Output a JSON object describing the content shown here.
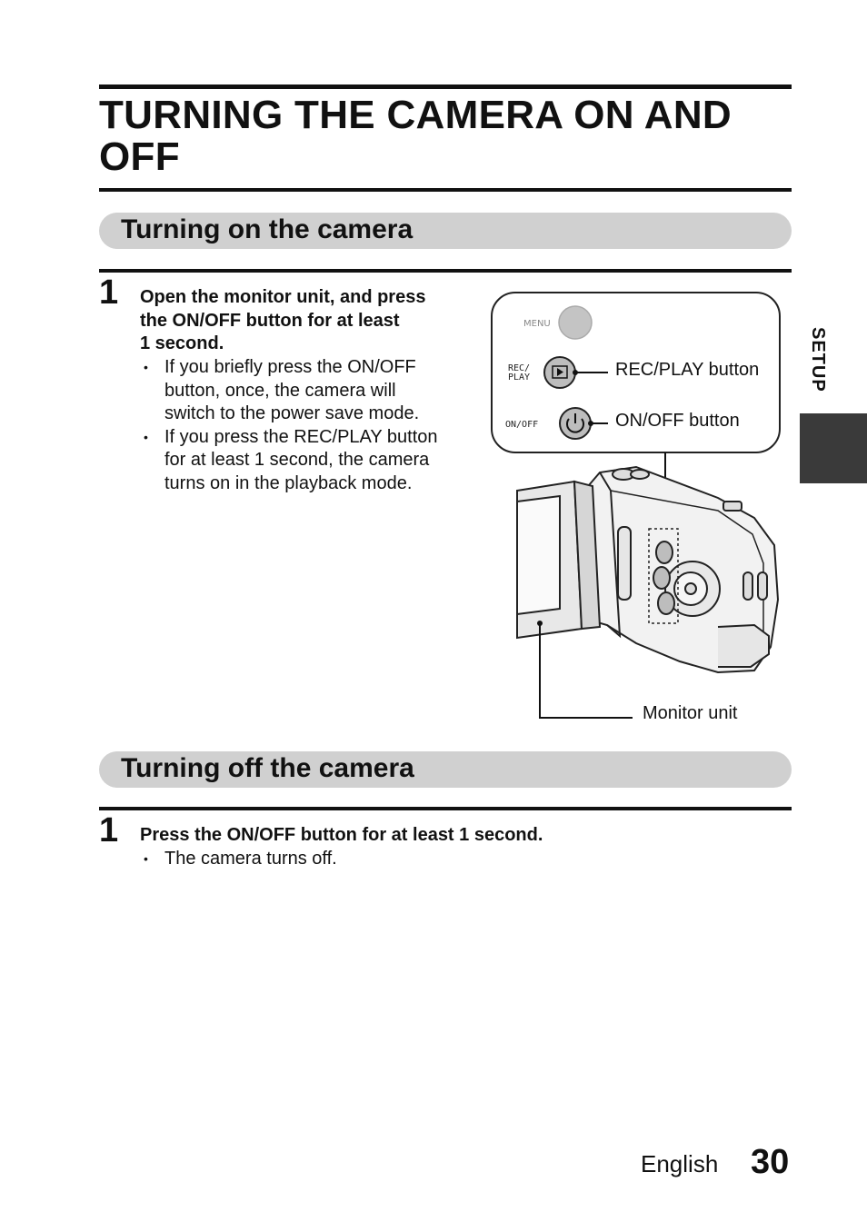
{
  "page": {
    "title": "TURNING THE CAMERA ON AND OFF",
    "side_tab_label": "SETUP",
    "footer": {
      "language": "English",
      "page_number": "30"
    }
  },
  "section_on": {
    "heading": "Turning on the camera",
    "step_number": "1",
    "instruction_lines": [
      "Open the monitor unit, and press",
      "the ON/OFF button for at least",
      "1 second."
    ],
    "bullets": [
      [
        "If you briefly press the ON/OFF",
        "button, once, the camera will",
        "switch to the power save mode."
      ],
      [
        "If you press the REC/PLAY button",
        "for at least 1 second, the camera",
        "turns on in the playback mode."
      ]
    ]
  },
  "illustration": {
    "button_labels": {
      "menu": "MENU",
      "rec_play_line1": "REC/",
      "rec_play_line2": "PLAY",
      "on_off": "ON/OFF"
    },
    "callouts": {
      "rec_play": "REC/PLAY button",
      "on_off": "ON/OFF button",
      "monitor": "Monitor unit"
    }
  },
  "section_off": {
    "heading": "Turning off the camera",
    "step_number": "1",
    "instruction": "Press the ON/OFF button for at least 1 second.",
    "bullets": [
      "The camera turns off."
    ]
  }
}
